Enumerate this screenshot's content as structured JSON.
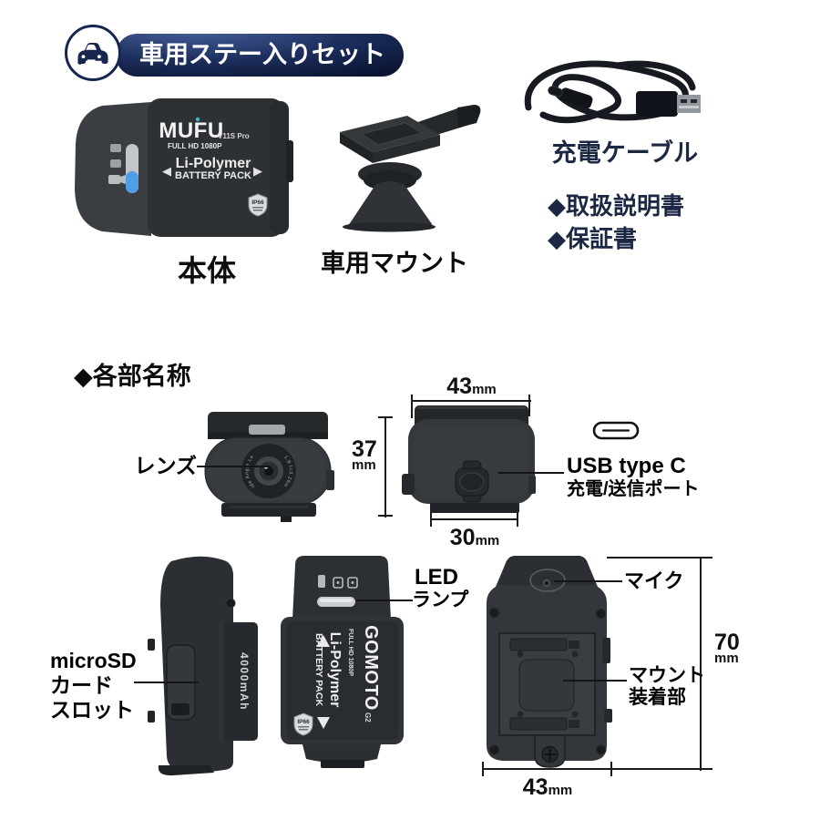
{
  "banner": {
    "label": "車用ステー入りセット"
  },
  "kit": {
    "main_unit": "本体",
    "mount": "車用マウント",
    "cable": "充電ケーブル",
    "manual": "◆取扱説明書",
    "warranty": "◆保証書"
  },
  "section_title": "◆各部名称",
  "device": {
    "brand": "MUFU",
    "model": "V11S Pro",
    "resolution": "FULL HD 1080P",
    "battery_line1": "Li-Polymer",
    "battery_line2": "BATTERY PACK",
    "arrow_left": "◀",
    "arrow_right": "▶",
    "ip_badge": "IP66",
    "brand_vertical": "GOMOTO",
    "model_vertical": "G2",
    "resolution_vertical": "FULL HD 1080P",
    "capacity": "4000mAh",
    "lens_ring_left": "Wide Angle Lens",
    "lens_ring_right": "F/1.8 f=3.26mm"
  },
  "callouts": {
    "lens": "レンズ",
    "usb_line1": "USB type C",
    "usb_line2": "充電/送信ポート",
    "microsd_line1": "microSD",
    "microsd_line2": "カード",
    "microsd_line3": "スロット",
    "led_line1": "LED",
    "led_line2": "ランプ",
    "mic": "マイク",
    "mount_line1": "マウント",
    "mount_line2": "装着部"
  },
  "dimensions": {
    "top_width": {
      "value": "43",
      "unit": "mm"
    },
    "front_height": {
      "value": "37",
      "unit": "mm"
    },
    "rail_width": {
      "value": "30",
      "unit": "mm"
    },
    "body_height": {
      "value": "70",
      "unit": "mm"
    },
    "back_width": {
      "value": "43",
      "unit": "mm"
    }
  },
  "colors": {
    "banner_navy": "#101c3d",
    "text_navy": "#1b2743",
    "device_gray": "#2e3235",
    "slider_blue": "#4f9fe8",
    "led_gray": "#c6cacd"
  }
}
